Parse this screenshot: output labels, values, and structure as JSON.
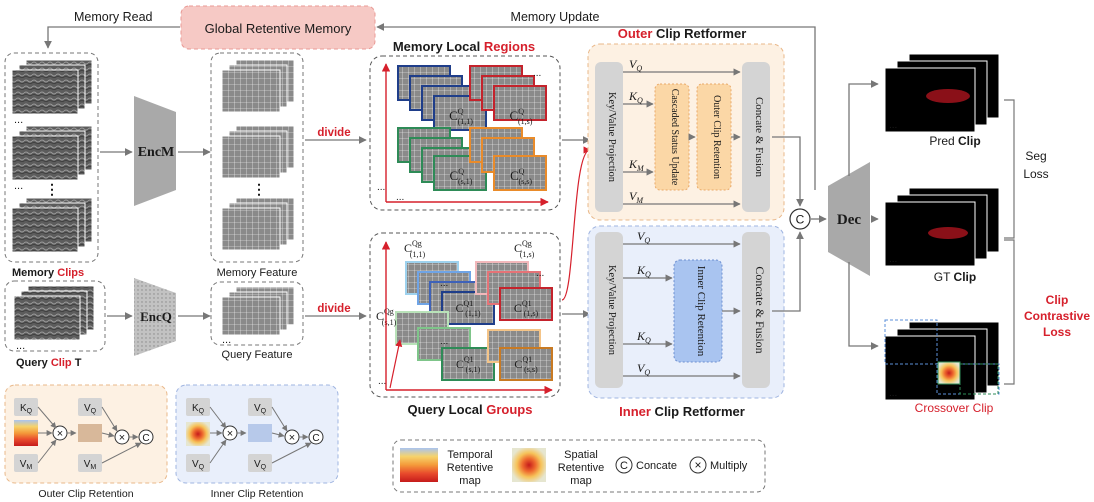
{
  "memory": {
    "global_title": "Global Retentive Memory",
    "read_label": "Memory Read",
    "update_label": "Memory Update",
    "clips_label_a": "Memory ",
    "clips_label_b": "Clips",
    "feature_label": "Memory Feature"
  },
  "query": {
    "clip_label_a": "Query ",
    "clip_label_b": "Clip",
    "clip_label_c": " T",
    "feature_label": "Query Feature"
  },
  "encoders": {
    "mem": "EncM",
    "query": "EncQ",
    "dec": "Dec"
  },
  "divide_label": "divide",
  "ellipsis": "...",
  "vdots": "⋮",
  "regions": {
    "title_a": "Memory Local ",
    "title_b": "Regions",
    "c11": "C",
    "c11_sup": "Q",
    "c11_sub": "(1,1)",
    "c1s_sub": "(1,s)",
    "cs1_sub": "(s,1)",
    "css_sub": "(s,s)"
  },
  "groups": {
    "title_a": "Query Local ",
    "title_b": "Groups",
    "sup_g": "Qg",
    "sup_1": "Q1"
  },
  "outer": {
    "title_a": "Outer",
    "title_b": " Clip Retformer",
    "kv_proj": "Key/Value Projection",
    "cascaded": "Cascaded Status Update",
    "retention": "Outer Clip Retention",
    "concat": "Concate & Fusion",
    "vq": "V",
    "kq": "K",
    "km": "K",
    "vm": "V",
    "sub_q": "Q",
    "sub_m": "M"
  },
  "inner": {
    "title_a": "Inner",
    "title_b": " Clip Retformer",
    "kv_proj": "Key/Value Projection",
    "retention": "Inner Clip Retention",
    "concat": "Concate & Fusion"
  },
  "outputs": {
    "pred_a": "Pred ",
    "pred_b": "Clip",
    "gt_a": "GT ",
    "gt_b": "Clip",
    "crossover": "Crossover Clip",
    "seg_loss_1": "Seg",
    "seg_loss_2": "Loss",
    "contrastive_1": "Clip",
    "contrastive_2": "Contrastive",
    "contrastive_3": "Loss"
  },
  "legend_outer": {
    "caption": "Outer Clip Retention",
    "kq": "K",
    "vq": "V",
    "vm": "V",
    "vm2": "V",
    "sub_q": "Q",
    "sub_m": "M",
    "times": "×",
    "c": "C"
  },
  "legend_inner": {
    "caption": "Inner Clip Retention",
    "kq": "K",
    "vq": "V",
    "vq2": "V",
    "vq3": "V",
    "sub_q": "Q"
  },
  "legend": {
    "temporal_1": "Temporal",
    "temporal_2": "Retentive",
    "temporal_3": "map",
    "spatial_1": "Spatial",
    "spatial_2": "Retentive",
    "spatial_3": "map",
    "concate": "Concate",
    "multiply": "Multiply",
    "c": "C",
    "x": "×"
  },
  "colors": {
    "accent_red": "#d6202c",
    "outer_bg": "#fdf1e3",
    "inner_bg": "#e9effb",
    "global_bg": "#f6c9c5",
    "encoder_gray": "#a9a9a9"
  }
}
